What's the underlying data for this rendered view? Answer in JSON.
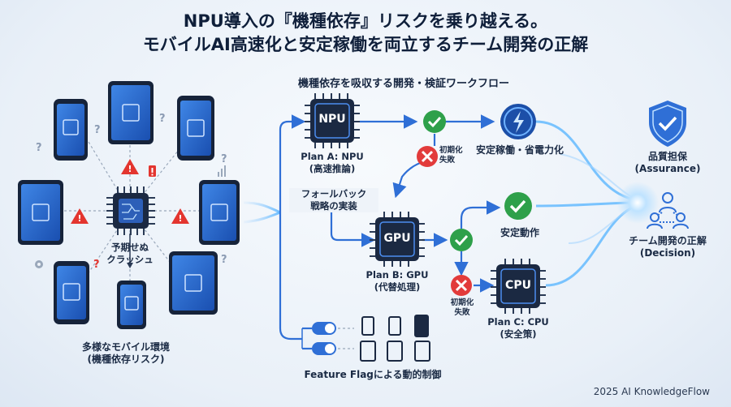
{
  "title": {
    "line1": "NPU導入の『機種依存』リスクを乗り越える。",
    "line2": "モバイルAI高速化と安定稼働を両立するチーム開発の正解"
  },
  "workflow_title": "機種依存を吸収する開発・検証ワークフロー",
  "left": {
    "crash_label": "予期せぬ\nクラッシュ",
    "env_label_1": "多様なモバイル環境",
    "env_label_2": "(機種依存リスク)"
  },
  "plan_a": {
    "chip": "NPU",
    "label_1": "Plan A: NPU",
    "label_2": "(高速推論)"
  },
  "plan_b": {
    "chip": "GPU",
    "label_1": "Plan B: GPU",
    "label_2": "(代替処理)"
  },
  "plan_c": {
    "chip": "CPU",
    "label_1": "Plan C: CPU",
    "label_2": "(安全策)"
  },
  "init_fail_1": {
    "l1": "初期化",
    "l2": "失敗"
  },
  "init_fail_2": {
    "l1": "初期化",
    "l2": "失敗"
  },
  "fallback": {
    "l1": "フォールバック",
    "l2": "戦略の実装"
  },
  "stable_power": "安定稼働・省電力化",
  "stable_op": "安定動作",
  "feature_flag": "Feature Flagによる動的制御",
  "assurance": {
    "l1": "品質担保",
    "l2": "(Assurance)"
  },
  "decision": {
    "l1": "チーム開発の正解",
    "l2": "(Decision)"
  },
  "footer": "2025 AI KnowledgeFlow",
  "colors": {
    "accent": "#2f6fd6",
    "success": "#2ea04a",
    "danger": "#e23b3b",
    "warning": "#e3352f",
    "dark": "#0f1f3a"
  },
  "icons": [
    "chip-icon",
    "check-icon",
    "cross-icon",
    "power-icon",
    "shield-check-icon",
    "team-icon",
    "phone-icon",
    "tablet-icon",
    "toggle-icon",
    "warning-icon"
  ]
}
